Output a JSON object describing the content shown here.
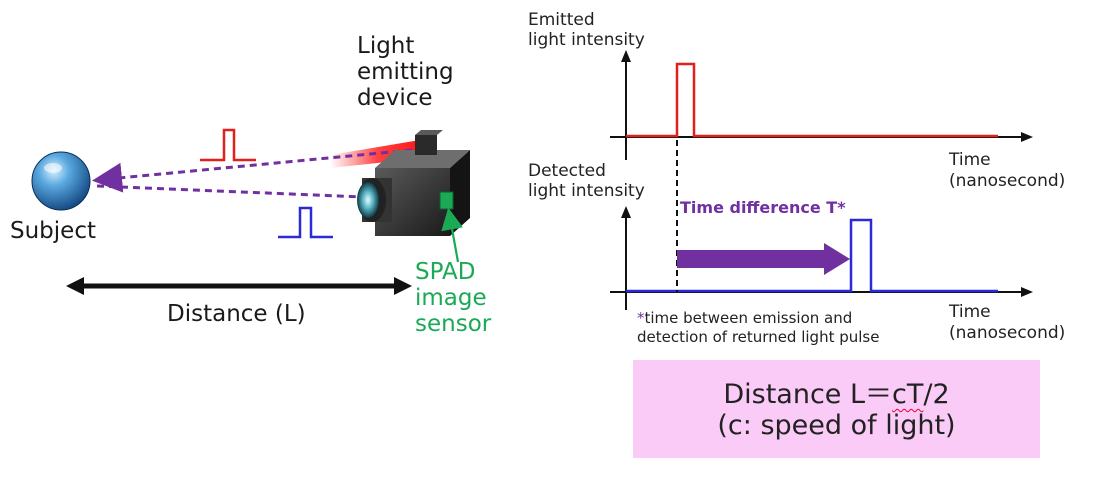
{
  "left": {
    "device_label": [
      "Light",
      "emitting",
      "device"
    ],
    "subject_label": "Subject",
    "sensor_label": [
      "SPAD",
      "image",
      "sensor"
    ],
    "distance_label": "Distance (L)"
  },
  "right": {
    "top_ylabel": [
      "Emitted",
      "light intensity"
    ],
    "top_xlabel": [
      "Time",
      "(nanosecond)"
    ],
    "bottom_ylabel": [
      "Detected",
      "light intensity"
    ],
    "bottom_xlabel": [
      "Time",
      "(nanosecond)"
    ],
    "time_diff_label": "Time difference T*",
    "footnote_star": "*",
    "footnote_lines": [
      "time between emission and",
      "detection of returned light pulse"
    ]
  },
  "formula": {
    "line1_prefix": "Distance L＝",
    "line1_ct": "cT",
    "line1_suffix": "/2",
    "line2": "(c: speed of light)"
  },
  "colors": {
    "emitted_pulse": "#e0201a",
    "detected_pulse": "#2a2ad8",
    "arrow_purple": "#7030a0",
    "sensor_green": "#1aaa55",
    "formula_bg": "#fbcbf8"
  }
}
